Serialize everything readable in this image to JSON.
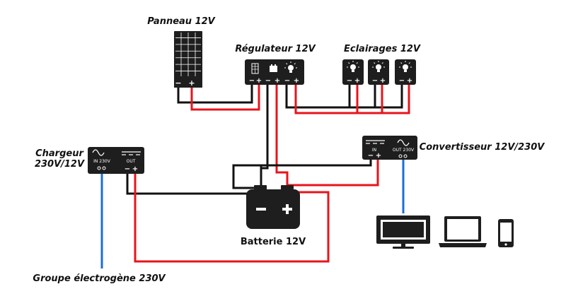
{
  "labels": {
    "panel": "Panneau 12V",
    "regulator": "Régulateur 12V",
    "lights": "Eclairages 12V",
    "charger_line1": "Chargeur",
    "charger_line2": "230V/12V",
    "converter": "Convertisseur 12V/230V",
    "battery": "Batterie 12V",
    "generator": "Groupe électrogène 230V"
  },
  "terminals": {
    "minus": "−",
    "plus": "+",
    "in_230v": "IN 230V",
    "out": "OUT",
    "in": "IN",
    "out_230v": "OUT 230V"
  },
  "colors": {
    "negative_wire": "#111111",
    "positive_wire": "#e8141b",
    "ac_wire": "#1a6fd6",
    "device_body": "#1e1e1e"
  },
  "icons": [
    "solar-panel-icon",
    "regulator-icon",
    "light-bulb-icon",
    "sine-wave-icon",
    "tv-icon",
    "laptop-icon",
    "smartphone-icon"
  ]
}
